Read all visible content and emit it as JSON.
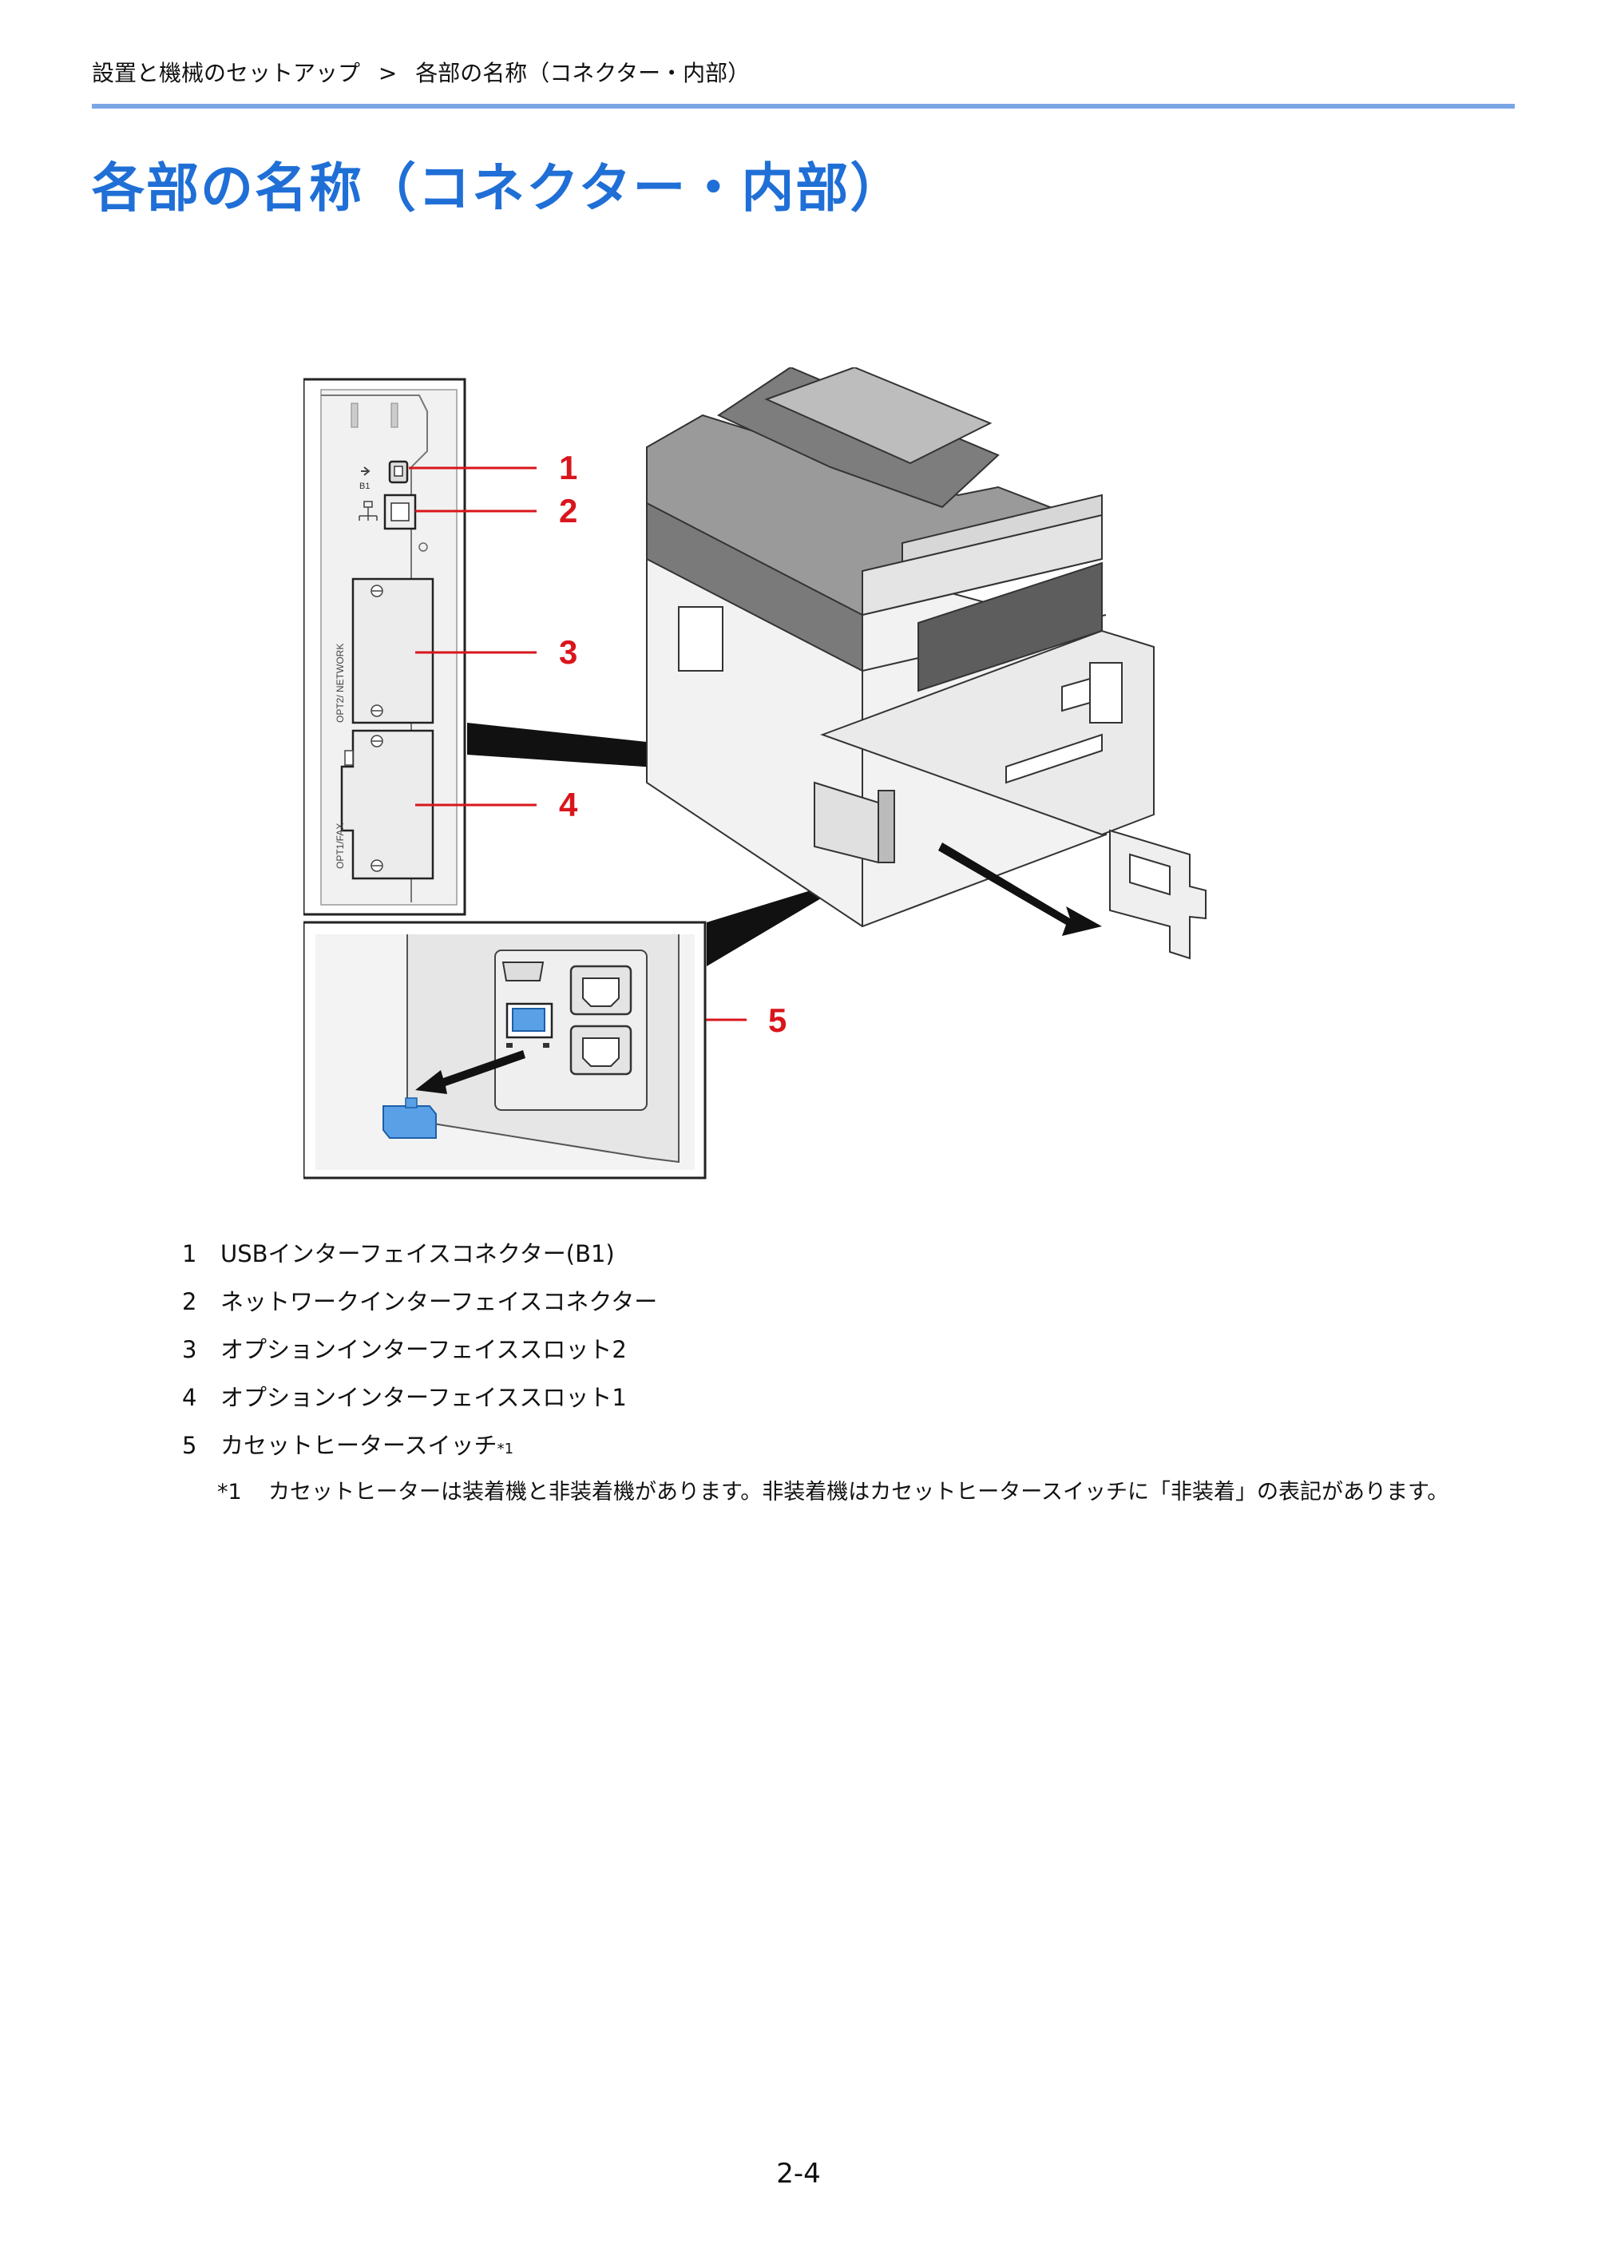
{
  "breadcrumb": {
    "section": "設置と機械のセットアップ",
    "separator": ">",
    "current": "各部の名称（コネクター・内部）"
  },
  "page_title": "各部の名称（コネクター・内部）",
  "figure": {
    "callouts": [
      "1",
      "2",
      "3",
      "4",
      "5"
    ],
    "panel_labels": {
      "usb": "B1",
      "slot2": "OPT2/ NETWORK",
      "slot1": "OPT1/FAX"
    },
    "accent_color": "#d9161c",
    "highlight_color": "#5aa0e6"
  },
  "legend": [
    {
      "num": "1",
      "label": "USBインターフェイスコネクター(B1)",
      "sup": ""
    },
    {
      "num": "2",
      "label": "ネットワークインターフェイスコネクター",
      "sup": ""
    },
    {
      "num": "3",
      "label": "オプションインターフェイススロット2",
      "sup": ""
    },
    {
      "num": "4",
      "label": "オプションインターフェイススロット1",
      "sup": ""
    },
    {
      "num": "5",
      "label": "カセットヒータースイッチ",
      "sup": "*1"
    }
  ],
  "footnote": {
    "mark": "*1",
    "text": "カセットヒーターは装着機と非装着機があります。非装着機はカセットヒータースイッチに「非装着」の表記があります。"
  },
  "page_number": "2-4"
}
